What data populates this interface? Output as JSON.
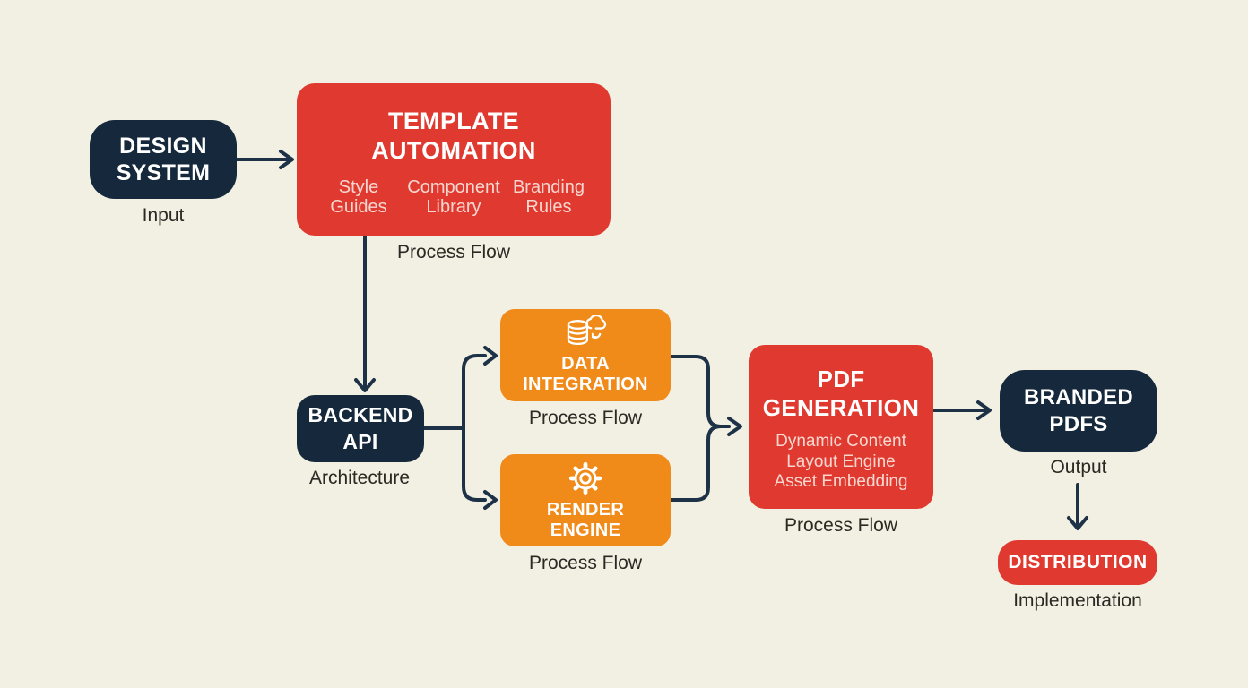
{
  "colors": {
    "background": "#f2efe3",
    "navy": "#16293c",
    "red": "#e03a30",
    "orange": "#f08a18",
    "connector": "#1d3246",
    "caption_text": "#2a2923",
    "box_title_text": "#ffffff",
    "box_subtext": "#f7d7d0",
    "icon": "#ffffff"
  },
  "nodes": {
    "design_system": {
      "line1": "DESIGN",
      "line2": "SYSTEM",
      "caption": "Input"
    },
    "template_automation": {
      "line1": "TEMPLATE",
      "line2": "AUTOMATION",
      "items": {
        "a": "Style Guides",
        "b": "Component Library",
        "c": "Branding Rules"
      },
      "caption": "Process Flow"
    },
    "backend_api": {
      "line1": "BACKEND",
      "line2": "API",
      "caption": "Architecture"
    },
    "data_integration": {
      "icon": "database-cloud-icon",
      "line1": "DATA",
      "line2": "INTEGRATION",
      "caption": "Process Flow"
    },
    "render_engine": {
      "icon": "gear-icon",
      "line1": "RENDER",
      "line2": "ENGINE",
      "caption": "Process Flow"
    },
    "pdf_generation": {
      "line1": "PDF",
      "line2": "GENERATION",
      "items": {
        "a": "Dynamic Content",
        "b": "Layout Engine",
        "c": "Asset Embedding"
      },
      "caption": "Process Flow"
    },
    "branded_pdfs": {
      "line1": "BRANDED",
      "line2": "PDFS",
      "caption": "Output"
    },
    "distribution": {
      "line1": "DISTRIBUTION",
      "caption": "Implementation"
    }
  }
}
